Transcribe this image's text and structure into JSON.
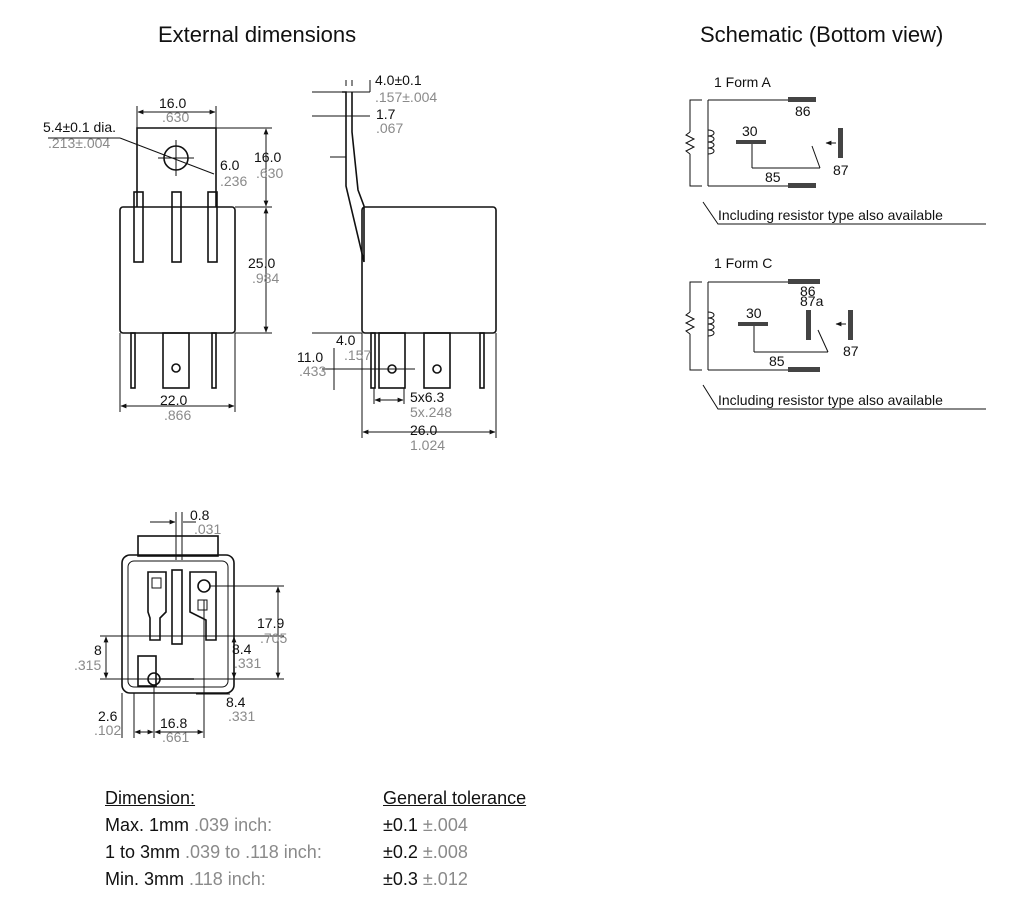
{
  "headings": {
    "external": "External dimensions",
    "schematic": "Schematic (Bottom view)"
  },
  "front_view": {
    "width_top": {
      "mm": "16.0",
      "inch": ".630"
    },
    "hole": {
      "mm": "5.4±0.1 dia.",
      "inch": ".213±.004"
    },
    "hole_pos": {
      "mm": "6.0",
      "inch": ".236"
    },
    "tab_height": {
      "mm": "16.0",
      "inch": ".630"
    },
    "body_height": {
      "mm": "25.0",
      "inch": ".984"
    },
    "width_body": {
      "mm": "22.0",
      "inch": ".866"
    }
  },
  "side_view": {
    "tab_thick": {
      "mm": "4.0±0.1",
      "inch": ".157±.004"
    },
    "tab_offset": {
      "mm": "1.7",
      "inch": ".067"
    },
    "pin_top": {
      "mm": "4.0",
      "inch": ".157"
    },
    "pin_len": {
      "mm": "11.0",
      "inch": ".433"
    },
    "pin_size": {
      "mm": "5x6.3",
      "inch": "5x.248"
    },
    "depth": {
      "mm": "26.0",
      "inch": "1.024"
    }
  },
  "bottom_view": {
    "pin_w": {
      "mm": "0.8",
      "inch": ".031"
    },
    "span": {
      "mm": "17.9",
      "inch": ".705"
    },
    "left": {
      "mm": "8",
      "inch": ".315"
    },
    "mid": {
      "mm": "8.4",
      "inch": ".331"
    },
    "low": {
      "mm": "8.4",
      "inch": ".331"
    },
    "edge": {
      "mm": "2.6",
      "inch": ".102"
    },
    "width": {
      "mm": "16.8",
      "inch": ".661"
    }
  },
  "form_a": {
    "title": "1 Form A",
    "pins": {
      "p86": "86",
      "p30": "30",
      "p85": "85",
      "p87": "87"
    },
    "note": "Including resistor type also available"
  },
  "form_c": {
    "title": "1 Form C",
    "pins": {
      "p86": "86",
      "p30": "30",
      "p85": "85",
      "p87": "87",
      "p87a": "87a"
    },
    "note": "Including resistor type also available"
  },
  "tolerance": {
    "header_dim": "Dimension:",
    "header_tol": "General tolerance",
    "rows": [
      {
        "dim_mm": "Max. 1mm",
        "dim_inch": ".039 inch:",
        "tol_mm": "±0.1",
        "tol_inch": "±.004"
      },
      {
        "dim_mm": "1 to 3mm",
        "dim_inch": ".039 to .118 inch:",
        "tol_mm": "±0.2",
        "tol_inch": "±.008"
      },
      {
        "dim_mm": "Min. 3mm",
        "dim_inch": ".118 inch:",
        "tol_mm": "±0.3",
        "tol_inch": "±.012"
      }
    ]
  }
}
